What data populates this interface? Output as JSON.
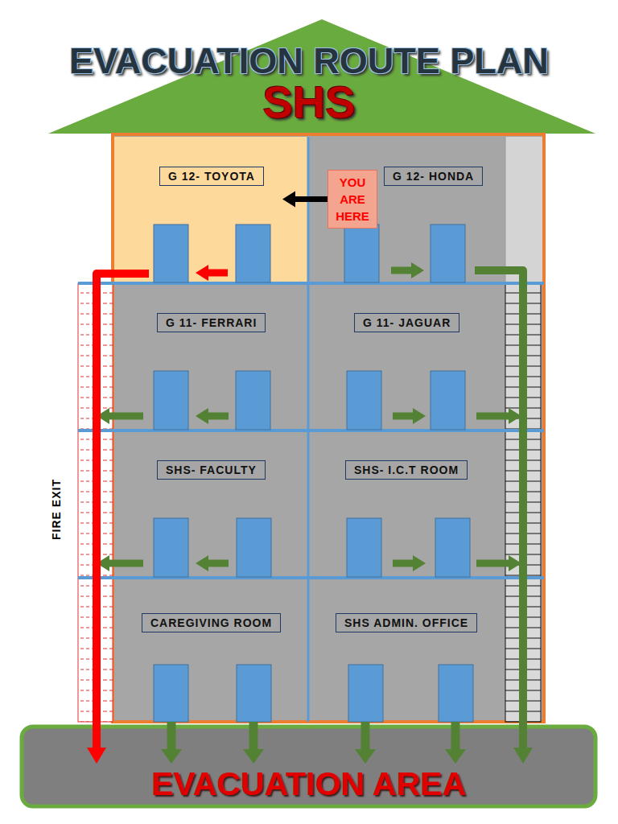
{
  "diagram": {
    "title": "EVACUATION ROUTE PLAN",
    "nodes": [
      {
        "text": [
          "G 12- TOYOTA"
        ]
      },
      {
        "text": [
          "G 12- HONDA"
        ]
      },
      {
        "text": [
          "YOU ARE HERE"
        ],
        "in": 1
      },
      {
        "text": [
          "G 11- FERRARI"
        ]
      },
      {
        "text": [
          "G 11- JAGUAR"
        ]
      },
      {
        "text": [
          "SHS- FACULTY"
        ]
      },
      {
        "text": [
          "SHS- I.C.T ROOM"
        ]
      },
      {
        "text": [
          "CAREGIVING ROOM"
        ]
      },
      {
        "text": [
          "SHS ADMIN. OFFICE"
        ]
      },
      {
        "text": [
          "EVACUATION AREA"
        ]
      }
    ],
    "edges": [
      {
        "from": 2,
        "to": 0,
        "arrow": "to"
      },
      {
        "from": 0,
        "to": 9,
        "arrow": "to"
      },
      {
        "from": 1,
        "to": 9,
        "arrow": "to"
      },
      {
        "from": 7,
        "to": 9,
        "arrow": "to"
      },
      {
        "from": 7,
        "to": 9,
        "arrow": "to"
      },
      {
        "from": 8,
        "to": 9,
        "arrow": "to"
      },
      {
        "from": 8,
        "to": 9,
        "arrow": "to"
      }
    ],
    "labels": [
      "SHS",
      "FIRE EXIT"
    ]
  }
}
